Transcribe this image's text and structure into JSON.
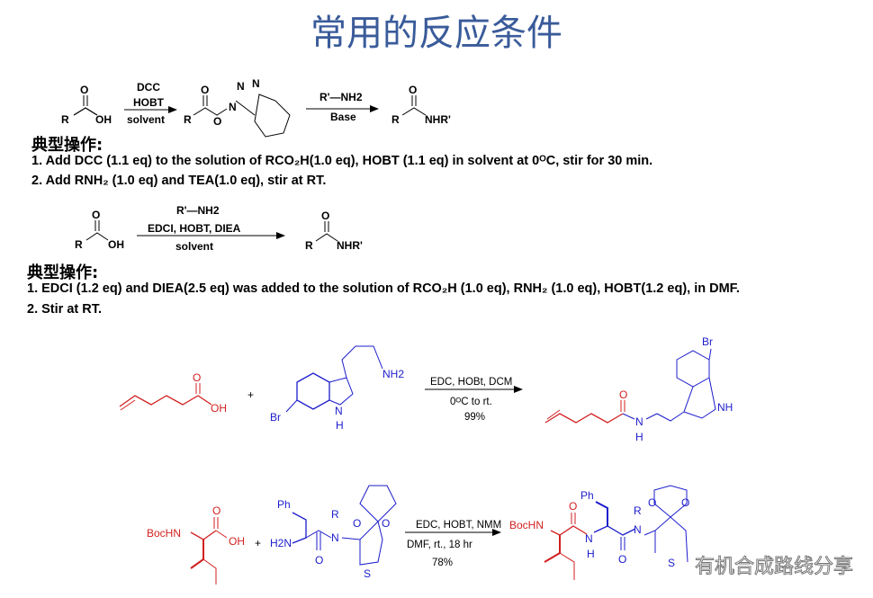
{
  "title": "常用的反应条件",
  "scheme1": {
    "reagent_top1": "DCC",
    "reagent_top2": "HOBT",
    "reagent_bottom": "solvent",
    "step2_top": "R'—NH2",
    "step2_bottom": "Base",
    "labels": {
      "R": "R",
      "O": "O",
      "OH": "OH",
      "N": "N",
      "NHR": "NHR'"
    }
  },
  "procedure1": {
    "heading": "典型操作:",
    "steps": [
      "1. Add DCC (1.1 eq) to the solution of RCO₂H(1.0 eq), HOBT (1.1 eq) in solvent at 0ᴼC, stir for 30 min.",
      "2. Add RNH₂ (1.0 eq) and TEA(1.0 eq), stir at RT."
    ]
  },
  "scheme2": {
    "reagent_top1": "R'—NH2",
    "reagent_top2": "EDCI, HOBT, DIEA",
    "reagent_bottom": "solvent"
  },
  "procedure2": {
    "heading": "典型操作:",
    "steps": [
      "1. EDCI (1.2 eq) and DIEA(2.5 eq) was added to the solution of RCO₂H (1.0 eq), RNH₂ (1.0 eq), HOBT(1.2 eq), in DMF.",
      "2. Stir at RT."
    ]
  },
  "example1": {
    "plus": "+",
    "conditions": [
      "EDC, HOBt, DCM",
      "0ᴼC to rt.",
      "99%"
    ],
    "labels": {
      "O": "O",
      "OH": "OH",
      "NH2": "NH2",
      "Br": "Br",
      "NH": "NH",
      "N": "N",
      "H": "H"
    }
  },
  "example2": {
    "plus": "+",
    "conditions": [
      "EDC, HOBT, NMM",
      "DMF, rt., 18 hr",
      "78%"
    ],
    "labels": {
      "BocHN": "BocHN",
      "OH": "OH",
      "O": "O",
      "Ph": "Ph",
      "R": "R",
      "H2N": "H2N",
      "N": "N",
      "S": "S",
      "H": "H"
    }
  },
  "watermark": "有机合成路线分享",
  "colors": {
    "title": "#3a5b9a",
    "reactant_red": "#d21f1f",
    "reactant_blue": "#1c1ccc"
  }
}
